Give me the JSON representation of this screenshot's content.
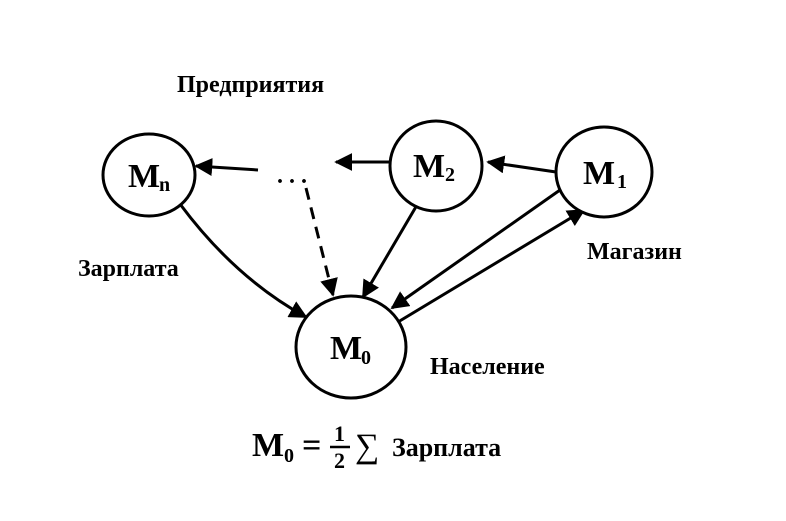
{
  "nodes": {
    "mn": {
      "letter": "M",
      "sub": "n"
    },
    "m2": {
      "letter": "M",
      "sub": "2"
    },
    "m1": {
      "letter": "M",
      "sub": "1"
    },
    "m0": {
      "letter": "M",
      "sub": "0"
    }
  },
  "ellipsis": ". . .",
  "labels": {
    "enterprises": "Предприятия",
    "salary": "Зарплата",
    "shop": "Магазин",
    "population": "Население"
  },
  "formula": {
    "lhs_letter": "M",
    "lhs_sub": "0",
    "equals": "=",
    "numerator": "1",
    "denominator": "2",
    "sum_symbol": "∑",
    "term": "Зарплата"
  }
}
